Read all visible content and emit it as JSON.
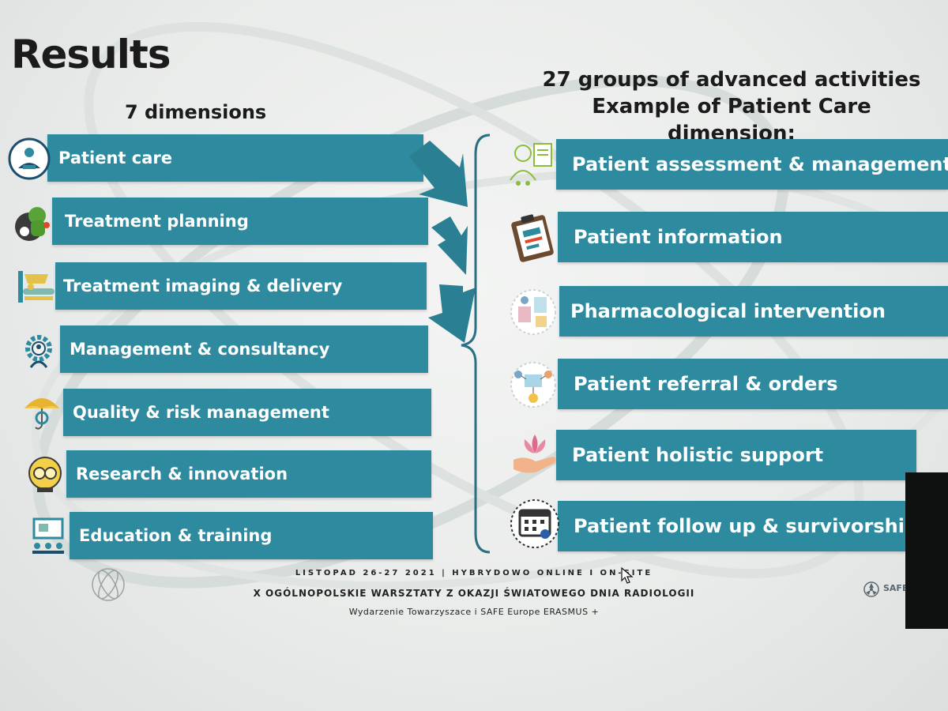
{
  "slide": {
    "title": "Results",
    "left_heading": "7 dimensions",
    "right_heading_line1": "27 groups of advanced activities",
    "right_heading_line2": "Example of Patient Care dimension:"
  },
  "dimensions": [
    {
      "label": "Patient care",
      "icon": "patient-care-icon"
    },
    {
      "label": "Treatment planning",
      "icon": "treatment-planning-icon"
    },
    {
      "label": "Treatment imaging & delivery",
      "icon": "treatment-imaging-icon"
    },
    {
      "label": "Management & consultancy",
      "icon": "management-gear-icon"
    },
    {
      "label": "Quality & risk management",
      "icon": "quality-umbrella-icon"
    },
    {
      "label": "Research & innovation",
      "icon": "lightbulb-icon"
    },
    {
      "label": "Education & training",
      "icon": "education-screen-icon"
    }
  ],
  "activities": [
    {
      "label": "Patient assessment & management",
      "icon": "patient-assessment-icon"
    },
    {
      "label": "Patient information",
      "icon": "clipboard-icon"
    },
    {
      "label": "Pharmacological intervention",
      "icon": "pharmacology-icon"
    },
    {
      "label": "Patient referral & orders",
      "icon": "referral-network-icon"
    },
    {
      "label": "Patient holistic support",
      "icon": "lotus-hand-icon"
    },
    {
      "label": "Patient follow up & survivorship",
      "icon": "calendar-icon"
    }
  ],
  "footer": {
    "line1": "LISTOPAD 26-27 2021 | HYBRYDOWO ONLINE I ON-SITE",
    "line2": "X OGÓLNOPOLSKIE WARSZTATY Z OKAZJI ŚWIATOWEGO DNIA RADIOLOGII",
    "line3": "Wydarzenie Towarzyszace  i  SAFE Europe ERASMUS +",
    "logo_right_text": "SAFE"
  },
  "colors": {
    "band": "#2e8a9e",
    "arrow": "#2a7f93",
    "text": "#1b1b1b"
  }
}
